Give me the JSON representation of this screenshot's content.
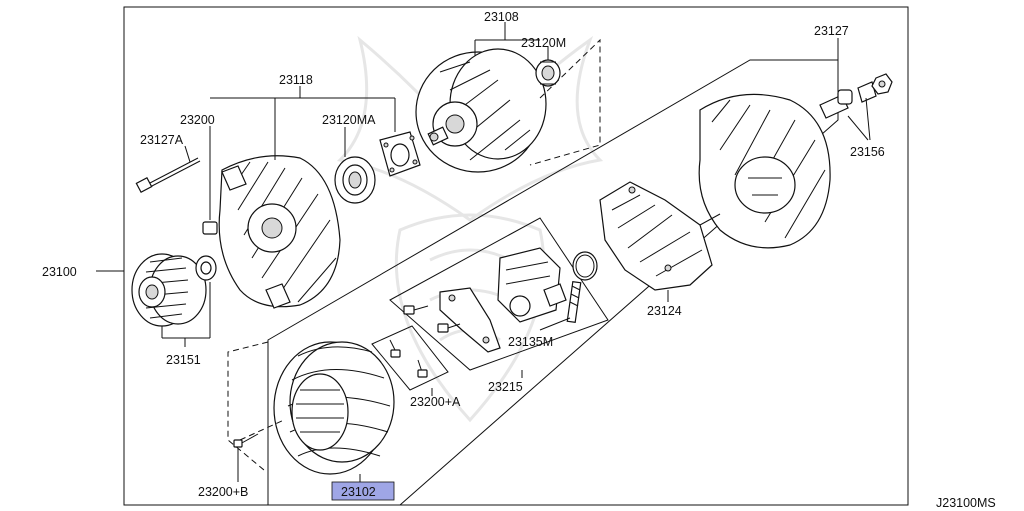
{
  "labels": {
    "p23108": "23108",
    "p23120m": "23120M",
    "p23127": "23127",
    "p23118": "23118",
    "p23200": "23200",
    "p23120ma": "23120MA",
    "p23127a": "23127A",
    "p23156": "23156",
    "p23100": "23100",
    "p23124": "23124",
    "p23135m": "23135M",
    "p23151": "23151",
    "p23215": "23215",
    "p23200a": "23200+A",
    "p23200b": "23200+B",
    "p23102": "23102"
  },
  "highlighted_part": "23102",
  "diagram_code": "J23100MS",
  "colors": {
    "highlight": "#9fa6e6",
    "line": "#111111",
    "watermark": "#e6e6e6"
  }
}
